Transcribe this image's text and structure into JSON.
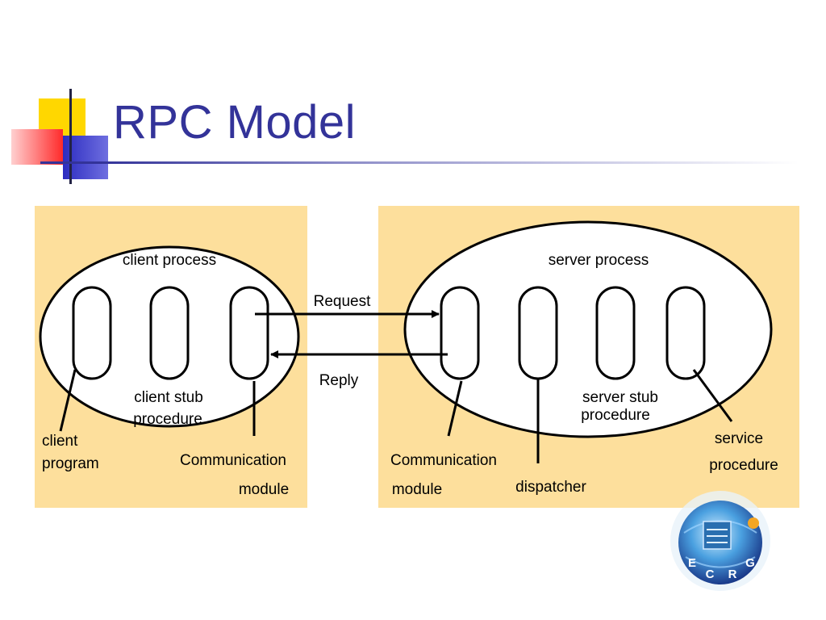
{
  "slide": {
    "title": "RPC Model"
  },
  "colors": {
    "title": "#333399",
    "panel": "#fddf9c",
    "deco_yellow": "#ffd700",
    "deco_red": "#ff3333",
    "deco_blue": "#3333cc"
  },
  "diagram": {
    "client_process": "client process",
    "server_process": "server process",
    "request": "Request",
    "reply": "Reply",
    "client_stub_line1": "client stub",
    "client_stub_line2": "procedure",
    "server_stub_line1": "server stub",
    "server_stub_line2": "procedure",
    "client_program_line1": "client",
    "client_program_line2": "program",
    "client_comm_line1": "Communication",
    "client_comm_line2": "module",
    "server_comm_line1": "Communication",
    "server_comm_line2": "module",
    "dispatcher": "dispatcher",
    "service_line1": "service",
    "service_line2": "procedure"
  },
  "logo": {
    "icon": "ecrg-globe-logo",
    "letters": [
      "E",
      "C",
      "R",
      "G"
    ]
  }
}
